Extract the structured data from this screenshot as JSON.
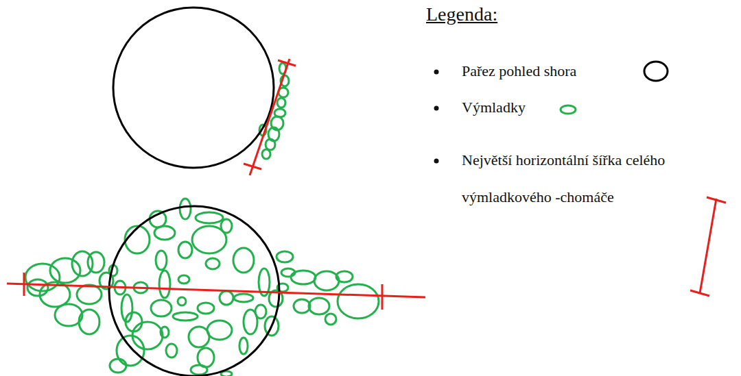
{
  "diagram": {
    "labels": [
      "Legenda:"
    ],
    "legend": [
      {
        "text": "Pařez pohled shora"
      },
      {
        "text": "Výmladky"
      },
      {
        "text": "Největší horizontální šířka celého výmladkového -chomáče"
      }
    ]
  }
}
